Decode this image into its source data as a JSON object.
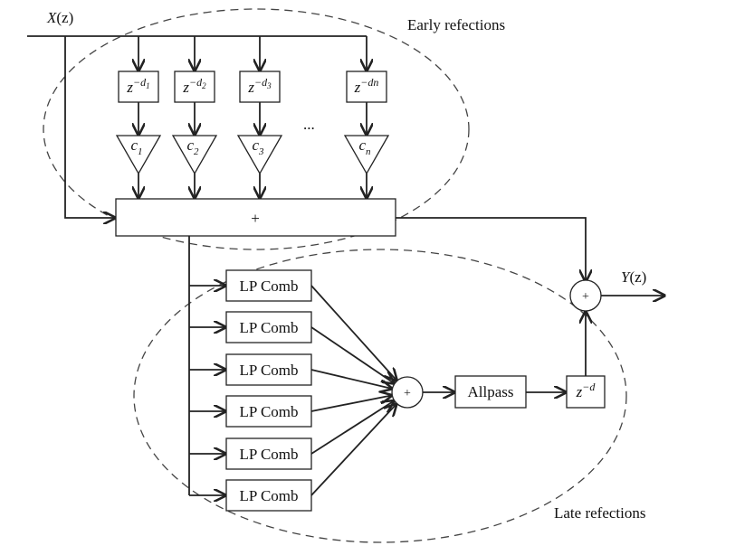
{
  "input_label": {
    "var": "X",
    "arg": "(z)"
  },
  "output_label": {
    "var": "Y",
    "arg": "(z)"
  },
  "early_label": "Early refections",
  "late_label": "Late refections",
  "ellipsis": "...",
  "delays": [
    {
      "base": "z",
      "exp": "−d",
      "sub": "1"
    },
    {
      "base": "z",
      "exp": "−d",
      "sub": "2"
    },
    {
      "base": "z",
      "exp": "−d",
      "sub": "3"
    },
    {
      "base": "z",
      "exp": "−dn",
      "sub": ""
    }
  ],
  "gains": [
    {
      "base": "c",
      "sub": "1"
    },
    {
      "base": "c",
      "sub": "2"
    },
    {
      "base": "c",
      "sub": "3"
    },
    {
      "base": "c",
      "sub": "n"
    }
  ],
  "sum_symbol": "+",
  "comb_label": "LP Comb",
  "comb_count": 6,
  "allpass_label": "Allpass",
  "late_delay": {
    "base": "z",
    "exp": "−d"
  }
}
